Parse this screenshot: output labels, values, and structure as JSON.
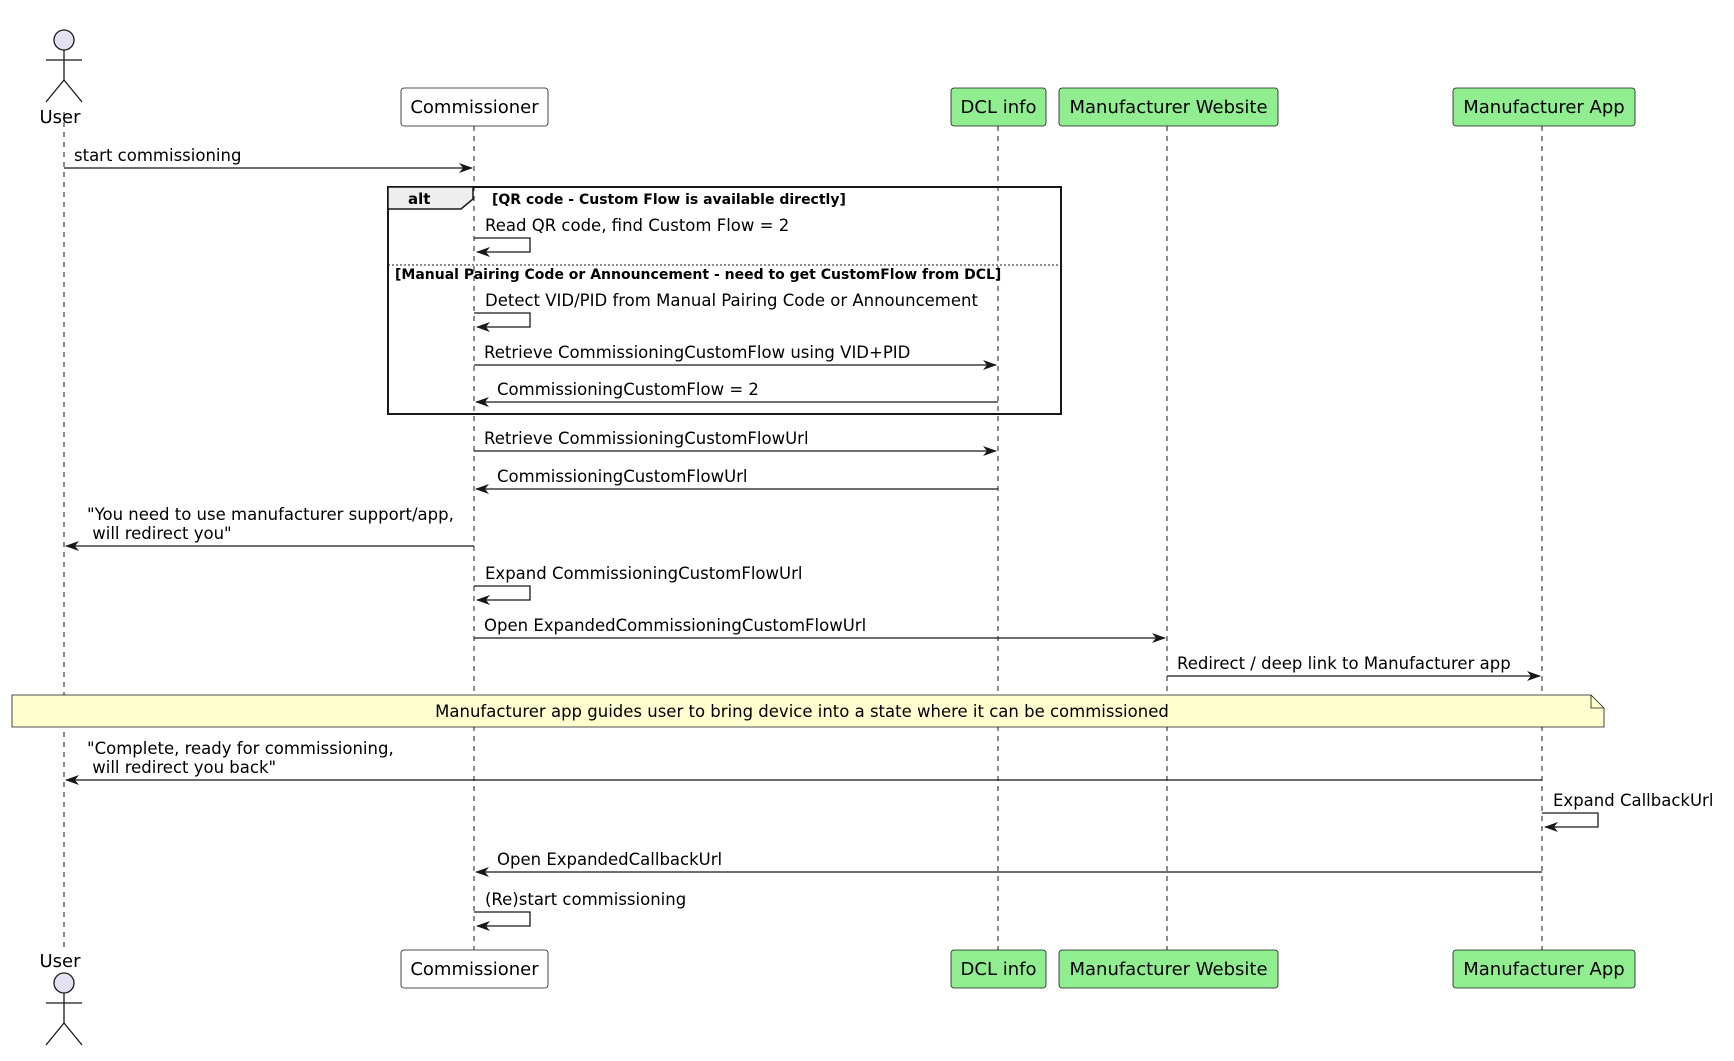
{
  "participants": [
    {
      "id": "user",
      "name": "User",
      "kind": "actor"
    },
    {
      "id": "commissioner",
      "name": "Commissioner",
      "kind": "box",
      "color": "#ffffff"
    },
    {
      "id": "dcl",
      "name": "DCL info",
      "kind": "box",
      "color": "#90ee90"
    },
    {
      "id": "website",
      "name": "Manufacturer Website",
      "kind": "box",
      "color": "#90ee90"
    },
    {
      "id": "app",
      "name": "Manufacturer App",
      "kind": "box",
      "color": "#90ee90"
    }
  ],
  "messages": [
    {
      "from": "user",
      "to": "commissioner",
      "lines": [
        "start commissioning"
      ]
    },
    {
      "from": "commissioner",
      "to": "commissioner",
      "lines": [
        "Read QR code, find Custom Flow = 2"
      ]
    },
    {
      "from": "commissioner",
      "to": "commissioner",
      "lines": [
        "Detect VID/PID from Manual Pairing Code or Announcement"
      ]
    },
    {
      "from": "commissioner",
      "to": "dcl",
      "lines": [
        "Retrieve CommissioningCustomFlow using VID+PID"
      ]
    },
    {
      "from": "dcl",
      "to": "commissioner",
      "lines": [
        "CommissioningCustomFlow = 2"
      ]
    },
    {
      "from": "commissioner",
      "to": "dcl",
      "lines": [
        "Retrieve CommissioningCustomFlowUrl"
      ]
    },
    {
      "from": "dcl",
      "to": "commissioner",
      "lines": [
        "CommissioningCustomFlowUrl"
      ]
    },
    {
      "from": "commissioner",
      "to": "user",
      "lines": [
        "\"You need to use manufacturer support/app,",
        " will redirect you\""
      ]
    },
    {
      "from": "commissioner",
      "to": "commissioner",
      "lines": [
        "Expand CommissioningCustomFlowUrl"
      ]
    },
    {
      "from": "commissioner",
      "to": "website",
      "lines": [
        "Open ExpandedCommissioningCustomFlowUrl"
      ]
    },
    {
      "from": "website",
      "to": "app",
      "lines": [
        "Redirect / deep link to Manufacturer app"
      ]
    },
    {
      "from": "app",
      "to": "user",
      "lines": [
        "\"Complete, ready for commissioning,",
        " will redirect you back\""
      ]
    },
    {
      "from": "app",
      "to": "app",
      "lines": [
        "Expand CallbackUrl"
      ]
    },
    {
      "from": "app",
      "to": "commissioner",
      "lines": [
        "Open ExpandedCallbackUrl"
      ]
    },
    {
      "from": "commissioner",
      "to": "commissioner",
      "lines": [
        "(Re)start commissioning"
      ]
    }
  ],
  "alt_block": {
    "keyword": "alt",
    "conditions": [
      "[QR code - Custom Flow is available directly]",
      "[Manual Pairing Code or Announcement - need to get CustomFlow from DCL]"
    ]
  },
  "note": {
    "text": "Manufacturer app guides user to bring device into a state where it can be commissioned",
    "color": "#fefece"
  },
  "colors": {
    "line": "#181818",
    "actor_fill": "#e2e2f0",
    "participant_green": "#90ee90"
  }
}
